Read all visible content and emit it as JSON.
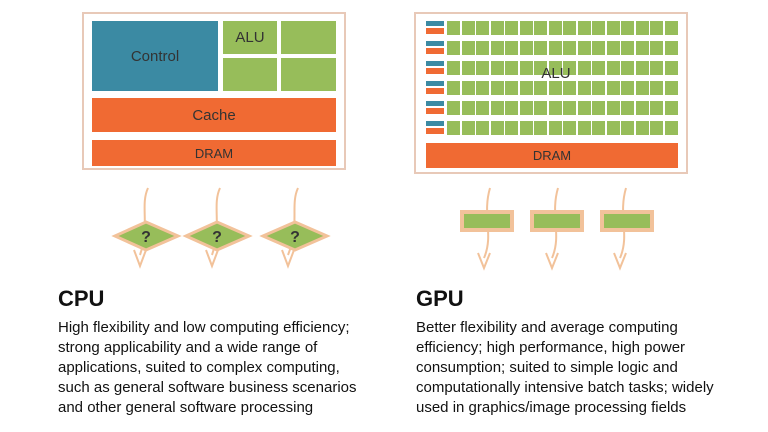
{
  "colors": {
    "control": "#3b8aa3",
    "alu": "#97bd5a",
    "cache": "#f06a33",
    "dram": "#f06a33",
    "panel_border": "#e8c9b8",
    "arrow": "#f2c29a"
  },
  "cpu": {
    "control_label": "Control",
    "alu_label": "ALU",
    "cache_label": "Cache",
    "dram_label": "DRAM",
    "task_mark": "?",
    "title": "CPU",
    "description_lines": [
      "High flexibility and low computing efficiency;",
      "strong applicability and a wide range of",
      "applications, suited to complex computing,",
      "such as general software business scenarios",
      "and other general software processing"
    ]
  },
  "gpu": {
    "alu_label": "ALU",
    "dram_label": "DRAM",
    "title": "GPU",
    "description_lines": [
      "Better flexibility and average computing",
      "efficiency; high performance, high power",
      "consumption; suited to simple logic and",
      "computationally intensive batch tasks; widely",
      "used in graphics/image processing fields"
    ]
  }
}
